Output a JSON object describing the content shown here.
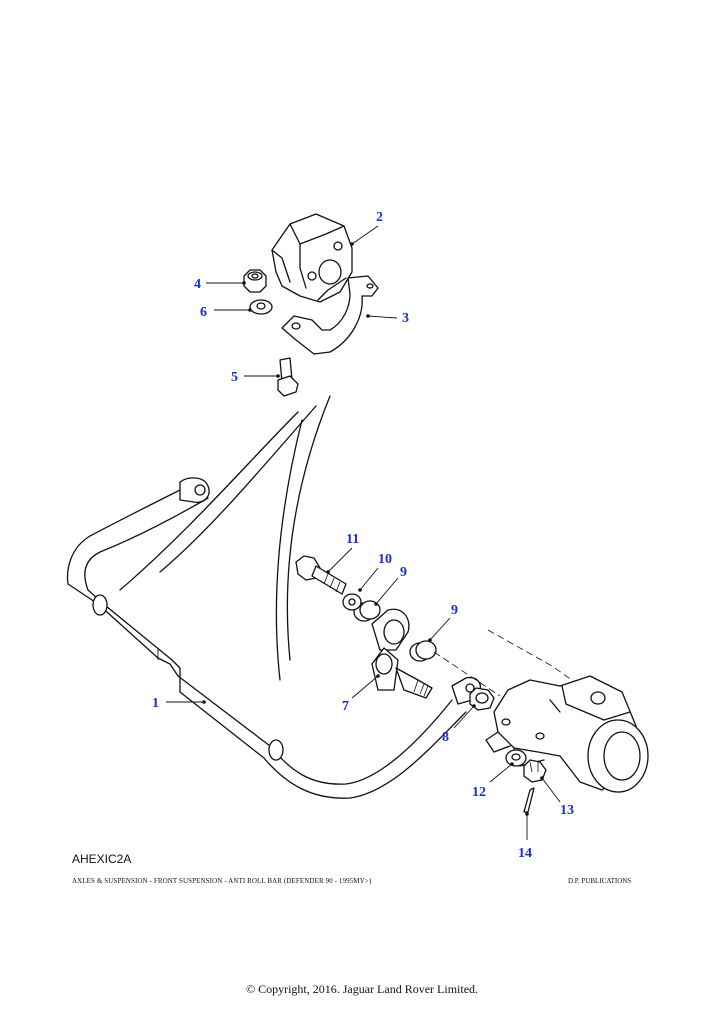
{
  "diagram": {
    "code": "AHEXIC2A",
    "caption": "AXLES & SUSPENSION - FRONT SUSPENSION - ANTI ROLL BAR  (DEFENDER 90 - 1995MY>)",
    "publisher": "D.P. PUBLICATIONS",
    "copyright": "© Copyright, 2016. Jaguar Land Rover Limited."
  },
  "callouts": {
    "c1": "1",
    "c2": "2",
    "c3": "3",
    "c4": "4",
    "c5": "5",
    "c6": "6",
    "c7": "7",
    "c8": "8",
    "c9a": "9",
    "c9b": "9",
    "c10": "10",
    "c11": "11",
    "c12": "12",
    "c13": "13",
    "c14": "14"
  },
  "colors": {
    "callout": "#1a2fc4",
    "linework": "#111111"
  }
}
